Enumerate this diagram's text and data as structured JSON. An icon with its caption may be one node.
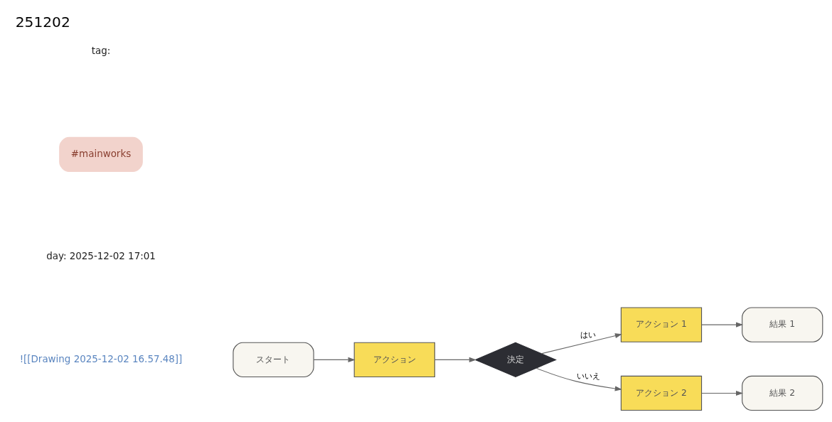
{
  "diagram": {
    "title": "251202",
    "nodes": [
      {
        "text": [
          "スタート"
        ]
      },
      {
        "text": [
          "アクション"
        ]
      },
      {
        "text": [
          "決定"
        ]
      },
      {
        "text": [
          "アクション 1"
        ]
      },
      {
        "text": [
          "結果 1"
        ]
      },
      {
        "text": [
          "アクション 2"
        ]
      },
      {
        "text": [
          "結果 2"
        ]
      }
    ],
    "edges": [
      {
        "from": 0,
        "to": 1,
        "arrow": "to"
      },
      {
        "from": 1,
        "to": 2,
        "arrow": "to"
      },
      {
        "from": 2,
        "to": 3,
        "arrow": "to",
        "label": "はい"
      },
      {
        "from": 3,
        "to": 4,
        "arrow": "to"
      },
      {
        "from": 2,
        "to": 5,
        "arrow": "to",
        "label": "いいえ"
      },
      {
        "from": 5,
        "to": 6,
        "arrow": "to"
      }
    ],
    "labels": [
      "tag:",
      "#mainworks",
      "day: 2025-12-02 17:01",
      "![[Drawing 2025-12-02 16.57.48]]"
    ]
  }
}
